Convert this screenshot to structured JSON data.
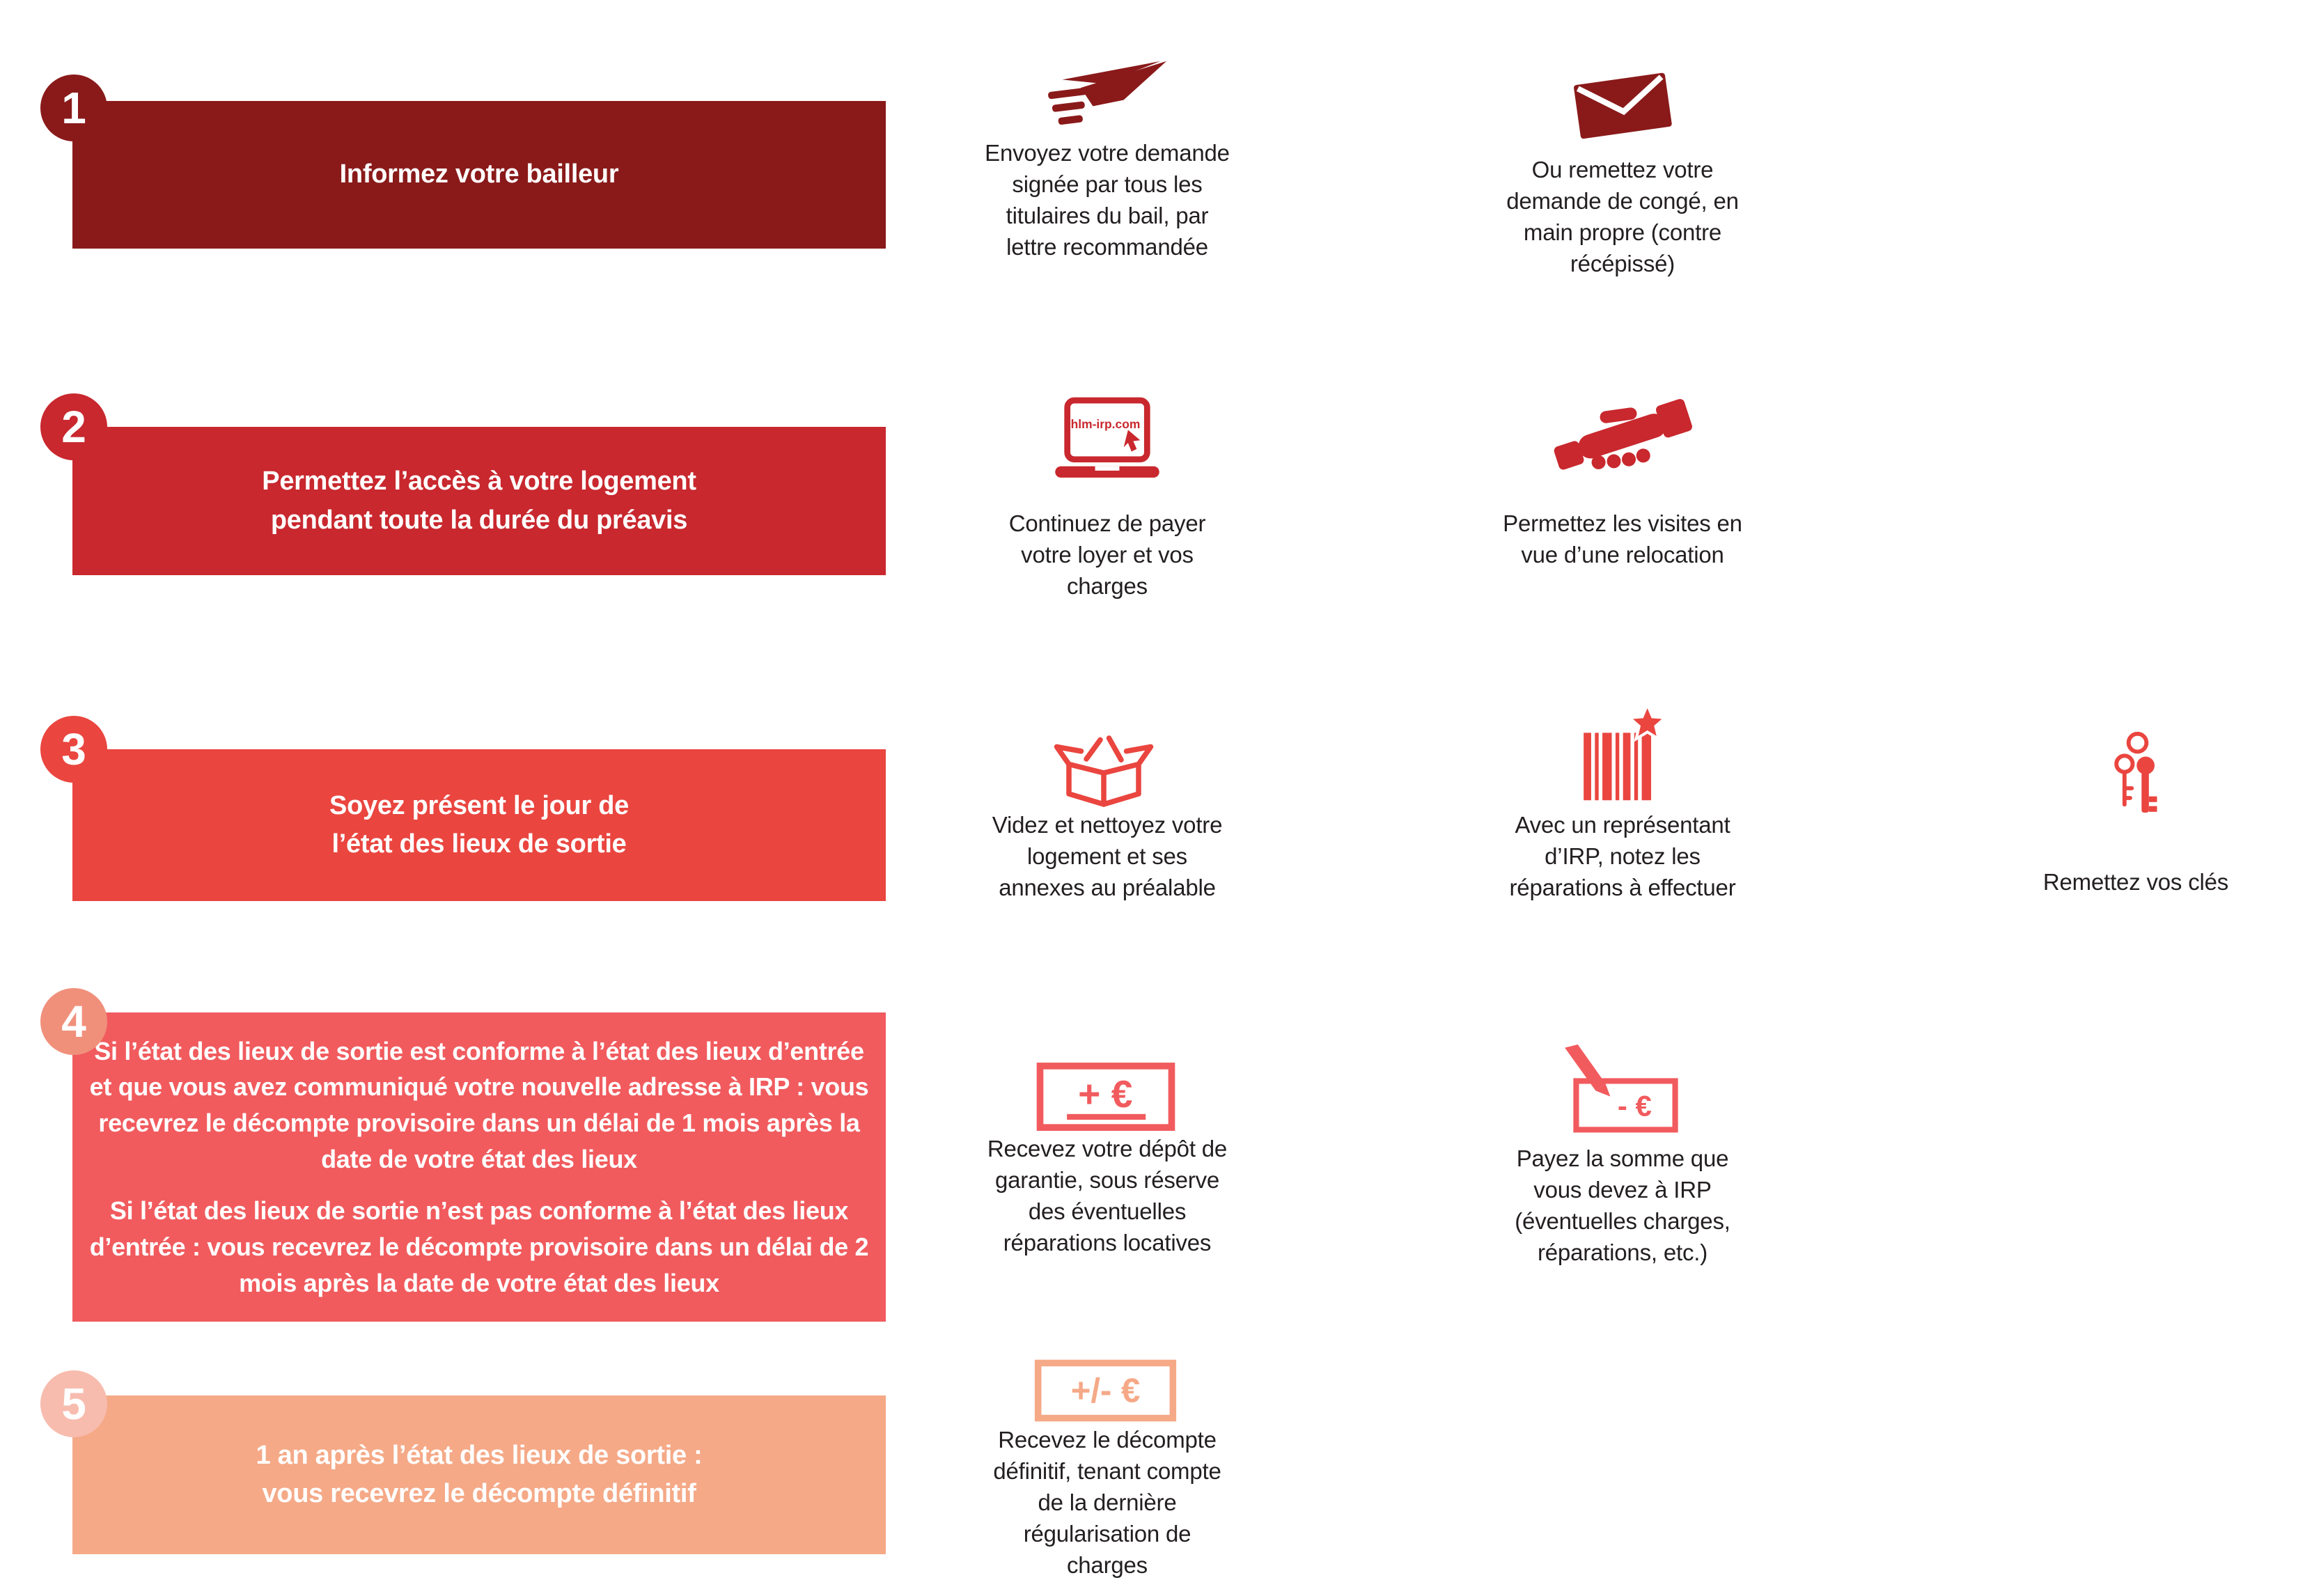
{
  "colors": {
    "step1": "#8A1A1A",
    "step2": "#C8282E",
    "step3": "#EA453F",
    "step4": "#F15B5E",
    "step5": "#F5A987",
    "circle4": "#F0907B",
    "circle5": "#F7BCAE",
    "caption_text": "#231F20",
    "bar_text": "#FFFFFF"
  },
  "steps": [
    {
      "number": "1",
      "title_line1": "Informez votre bailleur",
      "items": [
        {
          "icon": "la-poste-bird-icon",
          "caption": "Envoyez votre demande signée par tous les titulaires du bail, par lettre recommandée"
        },
        {
          "icon": "envelope-icon",
          "caption": "Ou remettez votre demande de congé, en main propre (contre récépissé)"
        }
      ]
    },
    {
      "number": "2",
      "title_line1": "Permettez l’accès à votre logement",
      "title_line2": "pendant toute la durée du préavis",
      "items": [
        {
          "icon": "laptop-icon",
          "screen_text": "hlm-irp.com",
          "caption": "Continuez de payer votre loyer et vos charges"
        },
        {
          "icon": "handshake-icon",
          "caption": "Permettez les visites en vue d’une relocation"
        }
      ]
    },
    {
      "number": "3",
      "title_line1": "Soyez présent le jour de",
      "title_line2": "l’état des lieux de sortie",
      "items": [
        {
          "icon": "open-box-icon",
          "caption": "Videz et nettoyez votre logement et ses annexes au préalable"
        },
        {
          "icon": "inventory-barcode-star-icon",
          "caption": "Avec un représentant d’IRP, notez les réparations à effectuer"
        },
        {
          "icon": "keys-icon",
          "caption": "Remettez vos clés"
        }
      ]
    },
    {
      "number": "4",
      "paragraph1": "Si l’état des lieux de sortie est conforme à l’état des lieux d’entrée et que vous avez communiqué votre nouvelle adresse à IRP : vous recevrez le décompte provisoire dans un délai de 1 mois après la date de votre état des lieux",
      "paragraph2": "Si l’état des lieux de sortie n’est pas conforme à l’état des lieux d’entrée : vous recevrez le décompte provisoire dans un délai de 2 mois après la date de votre état des lieux",
      "items": [
        {
          "icon": "deposit-plus-euro-icon",
          "symbol": "+ €",
          "caption": "Recevez votre dépôt de garantie, sous réserve des éventuelles réparations locatives"
        },
        {
          "icon": "payment-minus-euro-icon",
          "symbol": "- €",
          "caption": "Payez la somme que vous devez à IRP (éventuelles charges, réparations, etc.)"
        }
      ]
    },
    {
      "number": "5",
      "title_line1": "1 an après l’état des lieux de sortie :",
      "title_line2": "vous recevrez le décompte définitif",
      "items": [
        {
          "icon": "statement-plus-minus-euro-icon",
          "symbol": "+/- €",
          "caption": "Recevez le décompte définitif, tenant compte de la dernière régularisation de charges"
        }
      ]
    }
  ]
}
